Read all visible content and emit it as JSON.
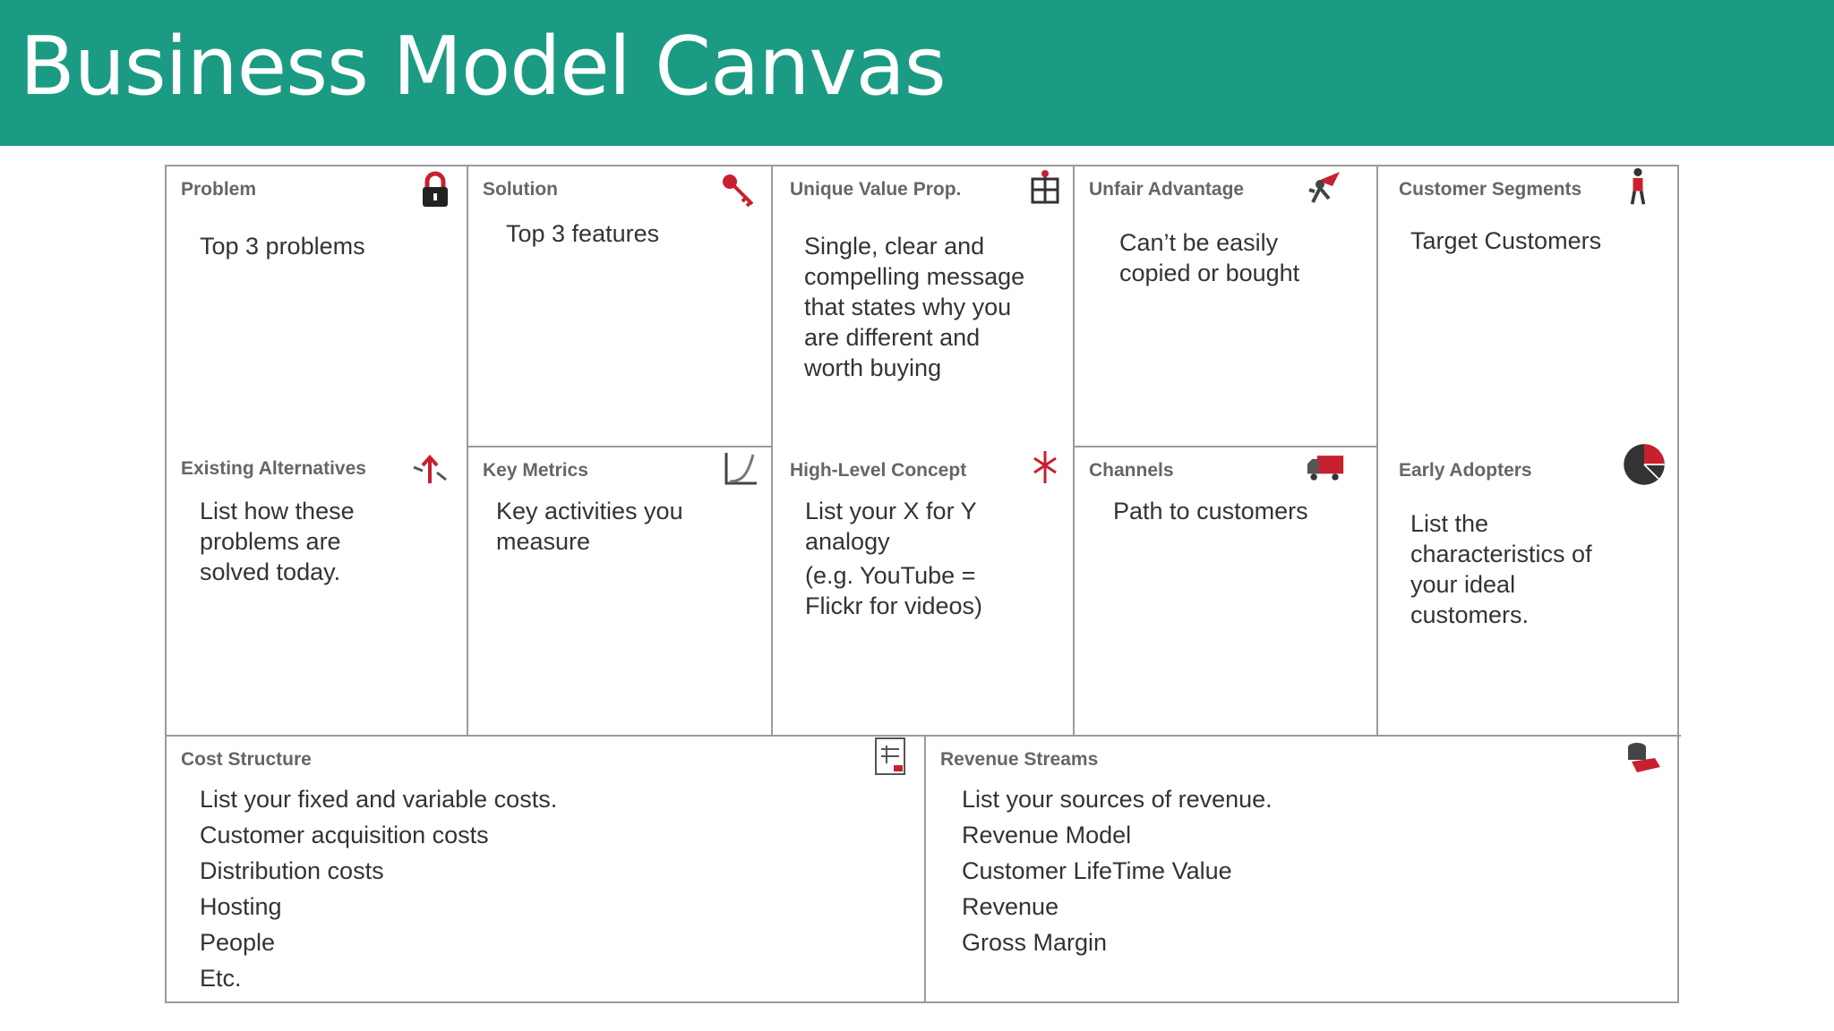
{
  "header": {
    "title": "Business Model Canvas",
    "color": "#1b9b84"
  },
  "cells": {
    "problem": {
      "label": "Problem",
      "text": "Top 3 problems",
      "icon": "padlock-icon"
    },
    "existing": {
      "label": "Existing Alternatives",
      "text": "List how these problems are solved today.",
      "icon": "arrows-icon"
    },
    "solution": {
      "label": "Solution",
      "text": "Top 3 features",
      "icon": "key-icon"
    },
    "metrics": {
      "label": "Key Metrics",
      "text": "Key activities you measure",
      "icon": "chart-icon"
    },
    "uvp": {
      "label": "Unique Value Prop.",
      "text": "Single, clear and compelling message that states why you are different and worth buying",
      "icon": "gift-icon"
    },
    "concept": {
      "label": "High-Level Concept",
      "text1": "List your X for Y analogy",
      "text2": "(e.g. YouTube = Flickr for videos)",
      "icon": "spark-icon"
    },
    "advantage": {
      "label": "Unfair Advantage",
      "text": "Can’t be easily copied or bought",
      "icon": "hero-icon"
    },
    "channels": {
      "label": "Channels",
      "text": "Path to customers",
      "icon": "truck-icon"
    },
    "segments": {
      "label": "Customer Segments",
      "text": "Target Customers",
      "icon": "person-icon"
    },
    "adopters": {
      "label": "Early Adopters",
      "text": "List the characteristics of your ideal customers.",
      "icon": "pie-icon"
    },
    "cost": {
      "label": "Cost Structure",
      "lines": [
        "List your fixed and variable costs.",
        "Customer acquisition costs",
        "Distribution costs",
        "Hosting",
        "People",
        "Etc."
      ],
      "icon": "calculator-icon"
    },
    "revenue": {
      "label": "Revenue Streams",
      "lines": [
        "List your sources of revenue.",
        "Revenue Model",
        "Customer LifeTime Value",
        "Revenue",
        "Gross Margin"
      ],
      "icon": "money-icon"
    }
  },
  "accent": "#c8202f"
}
